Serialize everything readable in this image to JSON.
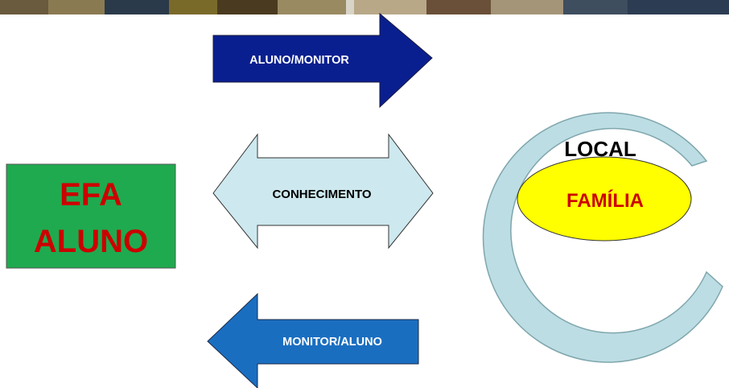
{
  "diagram": {
    "arrow_top": {
      "label": "ALUNO/MONITOR",
      "fill": "#0a1f8f"
    },
    "double_arrow": {
      "label": "CONHECIMENTO",
      "fill": "#cde8ee"
    },
    "arrow_bottom": {
      "label": "MONITOR/ALUNO",
      "fill": "#1a6ec0"
    },
    "efa_box": {
      "line1": "EFA",
      "line2": "ALUNO",
      "fill": "#1faa4f",
      "text_color": "#cc0000"
    },
    "local_label": "LOCAL",
    "familia_label": "FAMÍLIA",
    "ellipse_fill": "#ffff00",
    "ring_fill": "#bcdde3"
  }
}
